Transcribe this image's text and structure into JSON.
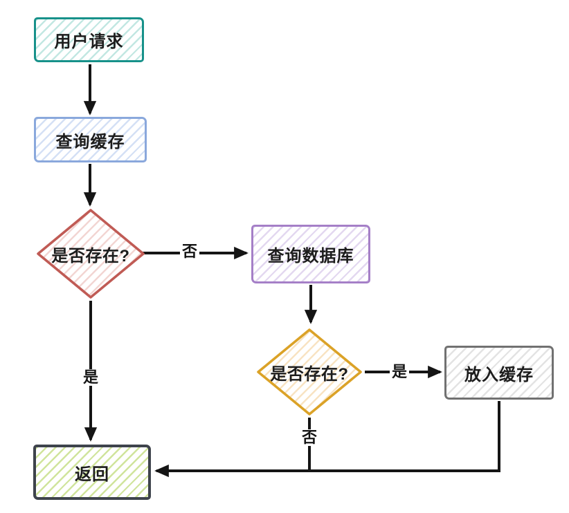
{
  "diagram": {
    "type": "flowchart",
    "language": "zh",
    "line_color": "#151515",
    "text_color": "#1c1c1c",
    "nodes": [
      {
        "id": "user-request",
        "label": "用户请求",
        "shape": "rect",
        "border_color": "#17918a",
        "hatch_color": "#c2e7e2"
      },
      {
        "id": "query-cache",
        "label": "查询缓存",
        "shape": "rect",
        "border_color": "#8aa8dc",
        "hatch_color": "#d4e0f5"
      },
      {
        "id": "cache-exists",
        "label": "是否存在?",
        "shape": "diamond",
        "border_color": "#c05b55",
        "hatch_color": "#f2d4d1"
      },
      {
        "id": "query-db",
        "label": "查询数据库",
        "shape": "rect",
        "border_color": "#a57fc7",
        "hatch_color": "#e3d8f0"
      },
      {
        "id": "db-exists",
        "label": "是否存在?",
        "shape": "diamond",
        "border_color": "#dba227",
        "hatch_color": "#f8e2c0"
      },
      {
        "id": "put-cache",
        "label": "放入缓存",
        "shape": "rect",
        "border_color": "#717171",
        "hatch_color": "#e3e3e3"
      },
      {
        "id": "return",
        "label": "返回",
        "shape": "rect",
        "border_color": "#3e434c",
        "hatch_color": "#d0e49c"
      }
    ],
    "edges": [
      {
        "from": "user-request",
        "to": "query-cache",
        "label": ""
      },
      {
        "from": "query-cache",
        "to": "cache-exists",
        "label": ""
      },
      {
        "from": "cache-exists",
        "to": "query-db",
        "label": "否"
      },
      {
        "from": "query-db",
        "to": "db-exists",
        "label": ""
      },
      {
        "from": "db-exists",
        "to": "put-cache",
        "label": "是"
      },
      {
        "from": "cache-exists",
        "to": "return",
        "label": "是"
      },
      {
        "from": "db-exists",
        "to": "return",
        "label": "否"
      },
      {
        "from": "put-cache",
        "to": "return",
        "label": ""
      }
    ]
  }
}
